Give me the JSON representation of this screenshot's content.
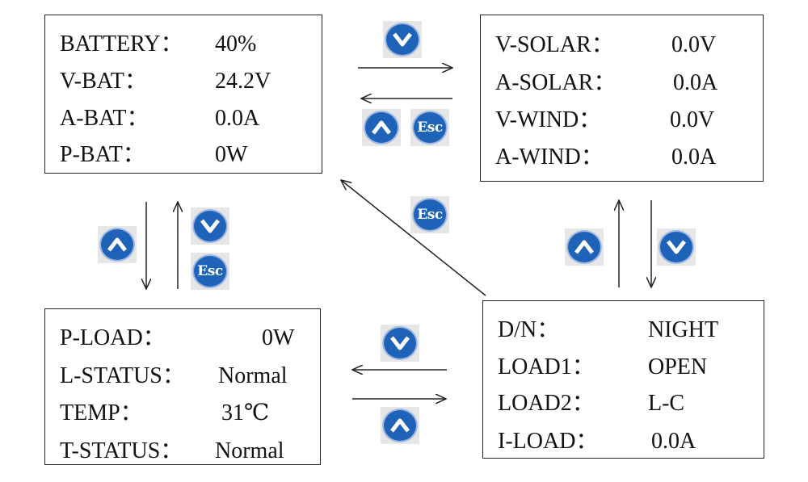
{
  "panels": {
    "battery": {
      "rows": [
        {
          "label": "BATTERY：",
          "value": "40%"
        },
        {
          "label": "V-BAT：",
          "value": "24.2V"
        },
        {
          "label": "A-BAT：",
          "value": "0.0A"
        },
        {
          "label": "P-BAT：",
          "value": "0W"
        }
      ]
    },
    "solar_wind": {
      "rows": [
        {
          "label": "V-SOLAR：",
          "value": "0.0V"
        },
        {
          "label": "A-SOLAR：",
          "value": "0.0A"
        },
        {
          "label": "V-WIND：",
          "value": "0.0V"
        },
        {
          "label": "A-WIND：",
          "value": "0.0A"
        }
      ]
    },
    "load": {
      "rows": [
        {
          "label": "P-LOAD：",
          "value": "0W"
        },
        {
          "label": "L-STATUS：",
          "value": "Normal"
        },
        {
          "label": "TEMP：",
          "value": "31℃"
        },
        {
          "label": "T-STATUS：",
          "value": "Normal"
        }
      ]
    },
    "daynight": {
      "rows": [
        {
          "label": "D/N：",
          "value": "NIGHT"
        },
        {
          "label": "LOAD1：",
          "value": "OPEN"
        },
        {
          "label": "LOAD2：",
          "value": "L-C"
        },
        {
          "label": "I-LOAD：",
          "value": "0.0A"
        }
      ]
    }
  },
  "buttons": {
    "esc_label": "Esc",
    "down_icon": "chevron-down-icon",
    "up_icon": "chevron-up-icon",
    "color": "#1f63b8"
  }
}
